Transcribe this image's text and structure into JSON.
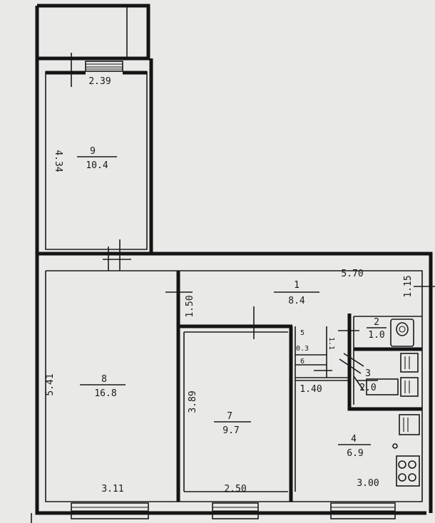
{
  "rooms": [
    {
      "id": "9",
      "number": "9",
      "area": "10.4"
    },
    {
      "id": "8",
      "number": "8",
      "area": "16.8"
    },
    {
      "id": "7",
      "number": "7",
      "area": "9.7"
    },
    {
      "id": "1",
      "number": "1",
      "area": "8.4"
    },
    {
      "id": "2",
      "number": "2",
      "area": "1.0"
    },
    {
      "id": "3",
      "number": "3",
      "area": "2.0"
    },
    {
      "id": "4",
      "number": "4",
      "area": "6.9"
    },
    {
      "id": "5",
      "number": "5",
      "area": "1.1"
    },
    {
      "id": "6",
      "number": "6",
      "area": "0.3"
    }
  ],
  "dimensions": {
    "balcony_room_width": "2.39",
    "balcony_room_depth": "4.34",
    "hall_length": "5.70",
    "hall_width": "1.50",
    "entry_width": "1.15",
    "room8_depth": "5.41",
    "room7_depth": "3.89",
    "closet_width": "1.40",
    "room8_width": "3.11",
    "room7_width": "2.50",
    "kitchen_width": "3.00"
  }
}
